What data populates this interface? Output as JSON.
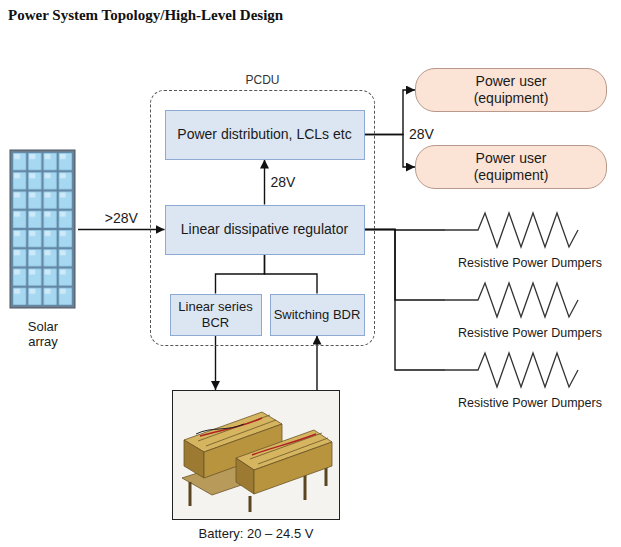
{
  "diagram": {
    "title": "Power System Topology/High-Level Design",
    "nodes": [
      {
        "text": [
          "PCDU"
        ]
      },
      {
        "text": [
          "Power distribution, LCLs etc"
        ],
        "in": 0
      },
      {
        "text": [
          "Linear dissipative regulator"
        ],
        "in": 0
      },
      {
        "text": [
          "Linear series BCR"
        ],
        "in": 0
      },
      {
        "text": [
          "Switching BDR"
        ],
        "in": 0
      },
      {
        "text": [
          "Power user (equipment)"
        ]
      },
      {
        "text": [
          "Power user (equipment)"
        ]
      },
      {
        "text": [
          "Solar array"
        ]
      },
      {
        "text": [
          "Resistive Power Dumpers"
        ]
      },
      {
        "text": [
          "Resistive Power Dumpers"
        ]
      },
      {
        "text": [
          "Resistive Power Dumpers"
        ]
      },
      {
        "text": [
          "Battery: 20 – 24.5 V"
        ]
      }
    ],
    "edges": [
      {
        "from": 7,
        "to": 2,
        "arrow": "to",
        "label": ">28V"
      },
      {
        "from": 2,
        "to": 1,
        "arrow": "to",
        "label": "28V"
      },
      {
        "from": 1,
        "to": 5,
        "arrow": "to",
        "label": "28V"
      },
      {
        "from": 1,
        "to": 6,
        "arrow": "to"
      },
      {
        "from": 2,
        "to": 3,
        "arrow": "none"
      },
      {
        "from": 2,
        "to": 4,
        "arrow": "none"
      },
      {
        "from": 3,
        "to": 11,
        "arrow": "to"
      },
      {
        "from": 11,
        "to": 4,
        "arrow": "to"
      },
      {
        "from": 2,
        "to": 8,
        "arrow": "none"
      },
      {
        "from": 2,
        "to": 9,
        "arrow": "none"
      },
      {
        "from": 2,
        "to": 10,
        "arrow": "none"
      }
    ]
  }
}
